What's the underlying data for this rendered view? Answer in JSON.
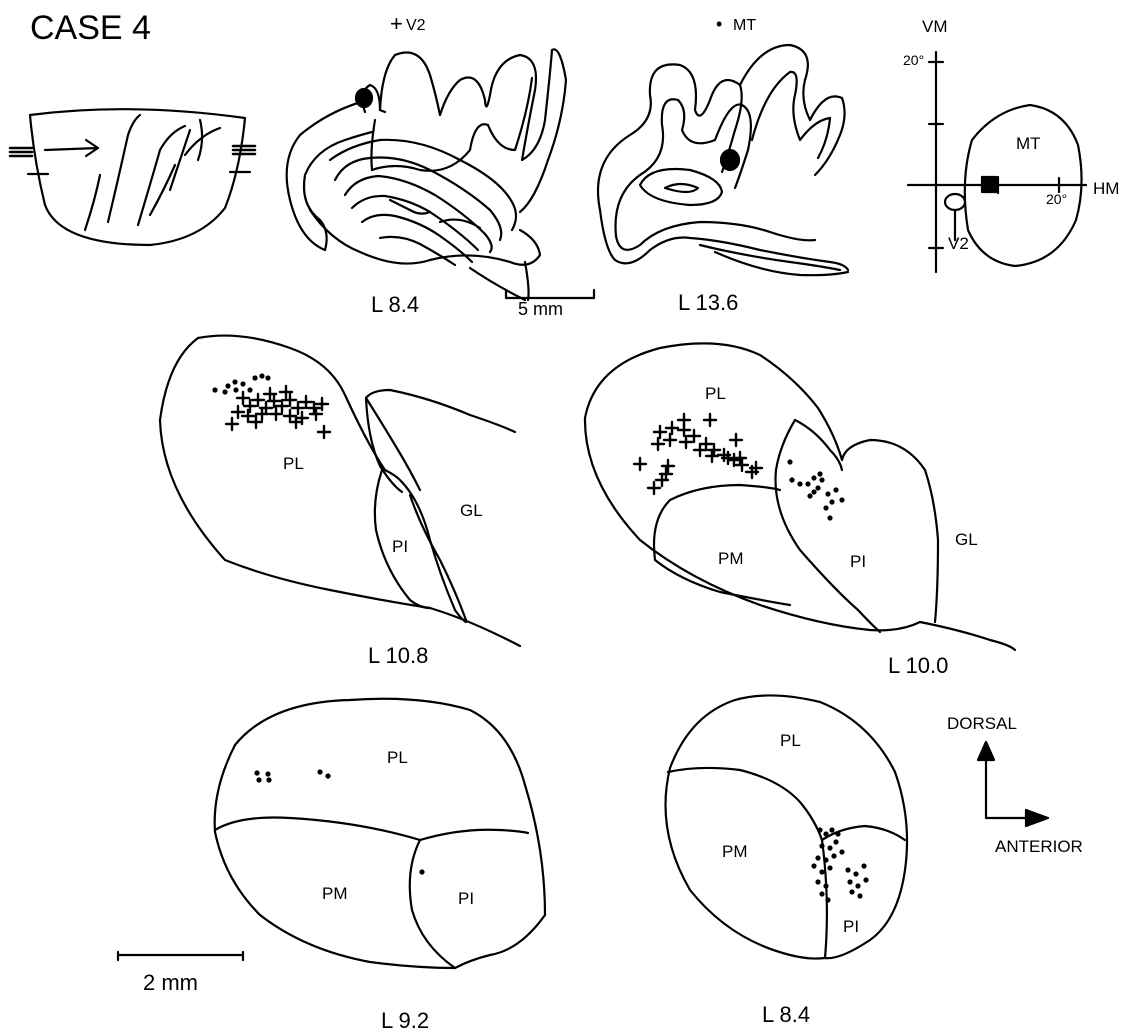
{
  "title": "CASE 4",
  "legend": {
    "v2_symbol": "+",
    "v2_label": "V2",
    "mt_symbol": "•",
    "mt_label": "MT"
  },
  "cortex_sections": {
    "left": "L 8.4",
    "right": "L 13.6",
    "scale": "5 mm"
  },
  "visual_field": {
    "vm": "VM",
    "hm": "HM",
    "vm_tick": "20°",
    "hm_tick": "20°",
    "mt": "MT",
    "v2": "V2"
  },
  "pulvinar_sections": {
    "top_left": {
      "label": "L 10.8",
      "pl": "PL",
      "pi": "PI",
      "gl": "GL"
    },
    "top_right": {
      "label": "L 10.0",
      "pl": "PL",
      "pm": "PM",
      "pi": "PI",
      "gl": "GL"
    },
    "bottom_left": {
      "label": "L 9.2",
      "pl": "PL",
      "pm": "PM",
      "pi": "PI"
    },
    "bottom_right": {
      "label": "L 8.4",
      "pl": "PL",
      "pm": "PM",
      "pi": "PI"
    }
  },
  "scale_bar": "2 mm",
  "orientation": {
    "dorsal": "DORSAL",
    "anterior": "ANTERIOR"
  },
  "colors": {
    "ink": "#000000",
    "background": "#ffffff"
  }
}
